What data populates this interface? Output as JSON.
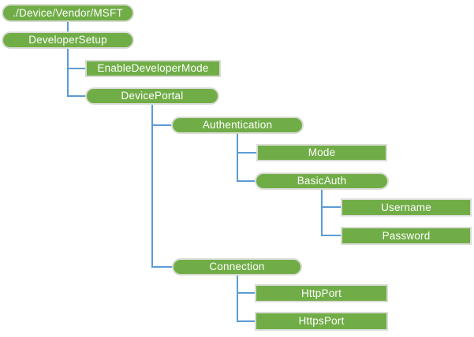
{
  "colors": {
    "node_fill": "#70AD47",
    "node_border": "#D9DCD4",
    "connector": "#5B9BD5",
    "node_text": "#FFFFFF"
  },
  "nodes": [
    {
      "id": "root",
      "label": "./Device/Vendor/MSFT",
      "shape": "pill",
      "parent": null
    },
    {
      "id": "developer-setup",
      "label": "DeveloperSetup",
      "shape": "pill",
      "parent": "root"
    },
    {
      "id": "enable-developer-mode",
      "label": "EnableDeveloperMode",
      "shape": "rect",
      "parent": "developer-setup"
    },
    {
      "id": "device-portal",
      "label": "DevicePortal",
      "shape": "pill",
      "parent": "developer-setup"
    },
    {
      "id": "authentication",
      "label": "Authentication",
      "shape": "pill",
      "parent": "device-portal"
    },
    {
      "id": "mode",
      "label": "Mode",
      "shape": "rect",
      "parent": "authentication"
    },
    {
      "id": "basic-auth",
      "label": "BasicAuth",
      "shape": "pill",
      "parent": "authentication"
    },
    {
      "id": "username",
      "label": "Username",
      "shape": "rect",
      "parent": "basic-auth"
    },
    {
      "id": "password",
      "label": "Password",
      "shape": "rect",
      "parent": "basic-auth"
    },
    {
      "id": "connection",
      "label": "Connection",
      "shape": "pill",
      "parent": "device-portal"
    },
    {
      "id": "http-port",
      "label": "HttpPort",
      "shape": "rect",
      "parent": "connection"
    },
    {
      "id": "https-port",
      "label": "HttpsPort",
      "shape": "rect",
      "parent": "connection"
    }
  ]
}
